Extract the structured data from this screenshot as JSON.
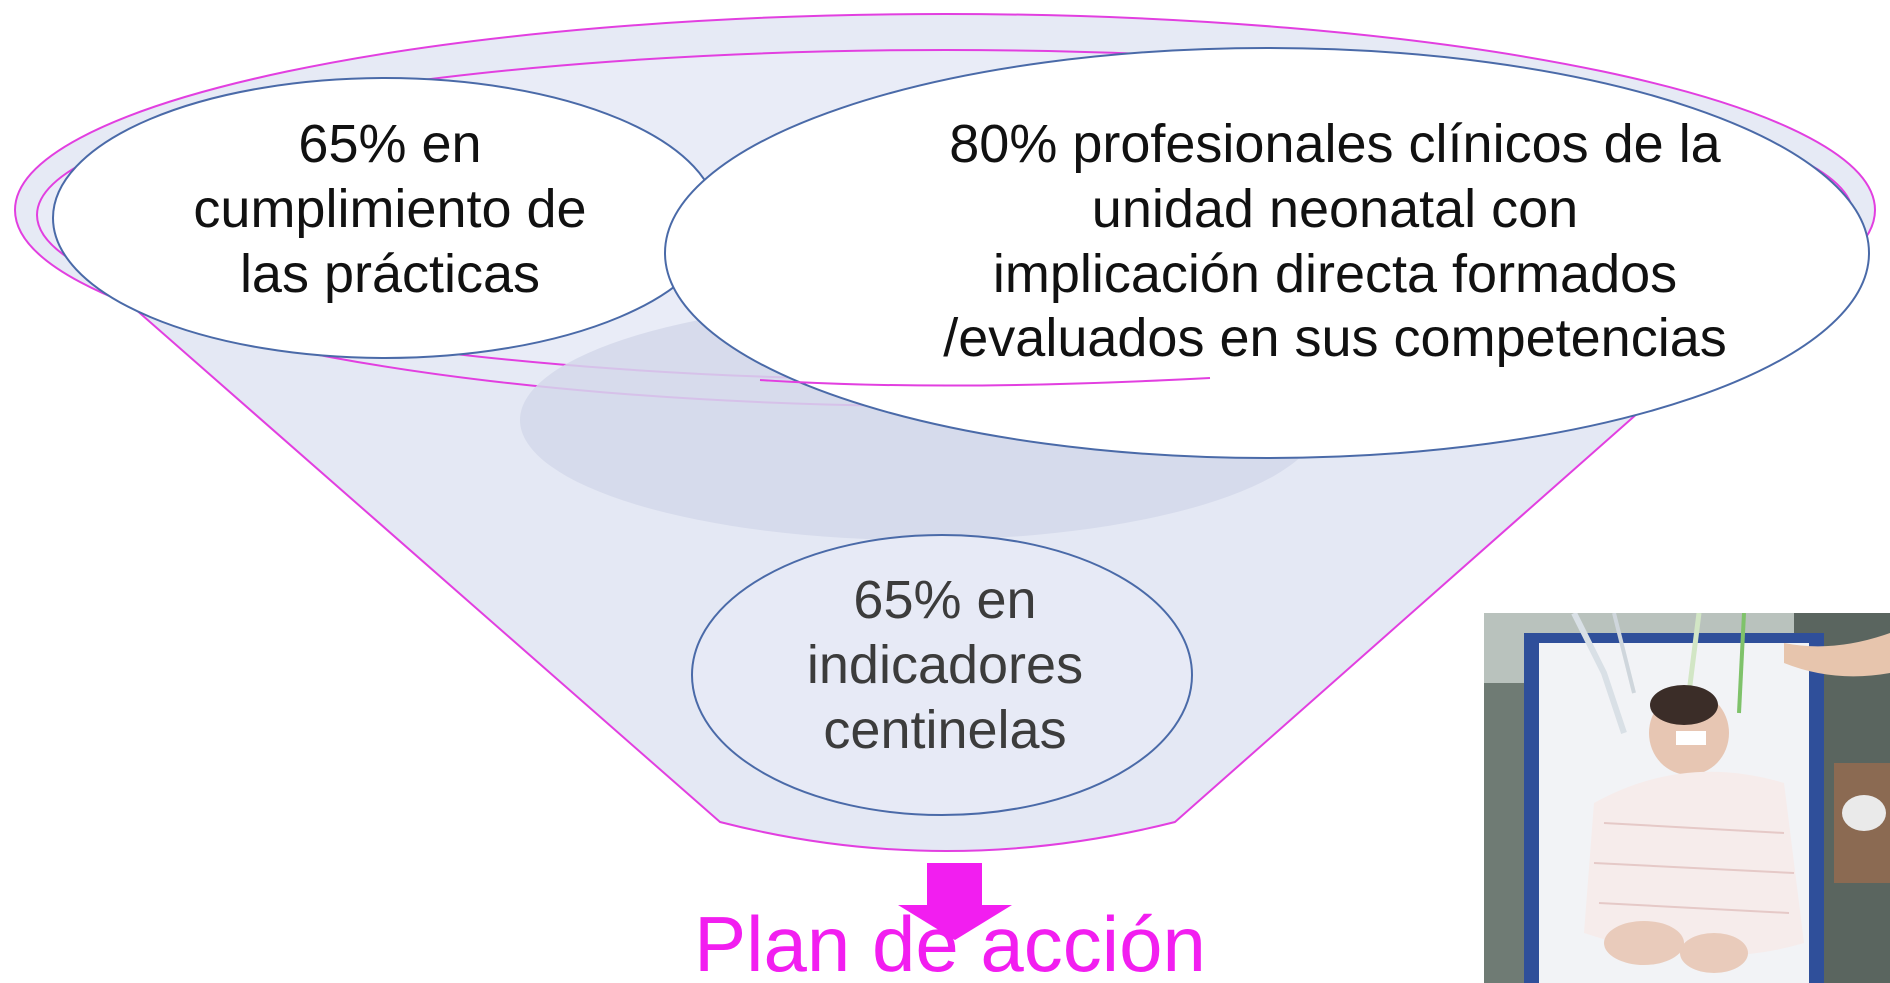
{
  "funnel": {
    "left_goal": "65% en\ncumplimiento de\nlas prácticas",
    "right_goal": "80% profesionales clínicos de la\nunidad neonatal con\nimplicación directa formados\n/evaluados en sus competencias",
    "bottom_goal": "65% en\nindicadores\ncentinelas"
  },
  "action": {
    "label": "Plan de acción"
  },
  "photo": {
    "icon": "newborn-incubator-photo"
  },
  "colors": {
    "funnel_outline": "#e23fe0",
    "funnel_fill": "#e4e8f4",
    "ellipse_outline": "#4a6aa8",
    "arrow": "#f21ef0",
    "action_text": "#f21ef0"
  }
}
